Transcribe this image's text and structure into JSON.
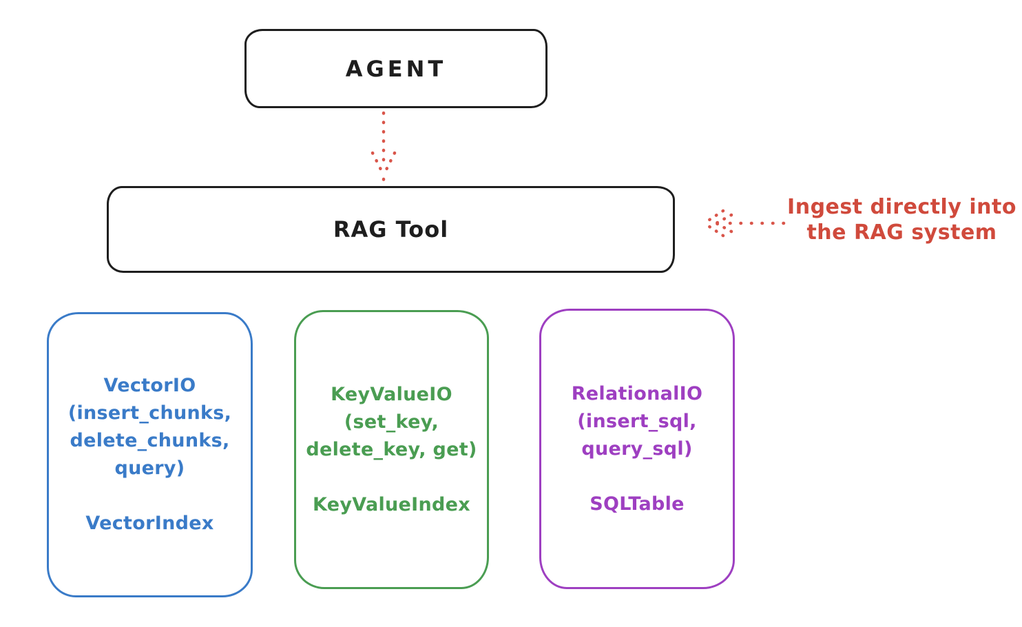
{
  "diagram": {
    "agent": {
      "label": "AGENT"
    },
    "rag_tool": {
      "label": "RAG Tool"
    },
    "annotation": {
      "line1": "Ingest directly into",
      "line2": "the RAG system",
      "color": "#d04a3c"
    },
    "arrows": {
      "agent_to_rag_tool": "dotted-down-arrow",
      "annotation_to_rag_tool": "dotted-left-arrow",
      "color": "#d9554a"
    },
    "stores": [
      {
        "id": "vector-io",
        "color": "#3a7bc8",
        "lines": [
          "VectorIO",
          "(insert_chunks,",
          "delete_chunks,",
          "query)"
        ],
        "index_label": "VectorIndex"
      },
      {
        "id": "keyvalue-io",
        "color": "#4a9d52",
        "lines": [
          "KeyValueIO",
          "(set_key,",
          "delete_key, get)"
        ],
        "index_label": "KeyValueIndex"
      },
      {
        "id": "relational-io",
        "color": "#9e3fc1",
        "lines": [
          "RelationalIO",
          "(insert_sql,",
          "query_sql)"
        ],
        "index_label": "SQLTable"
      }
    ]
  }
}
